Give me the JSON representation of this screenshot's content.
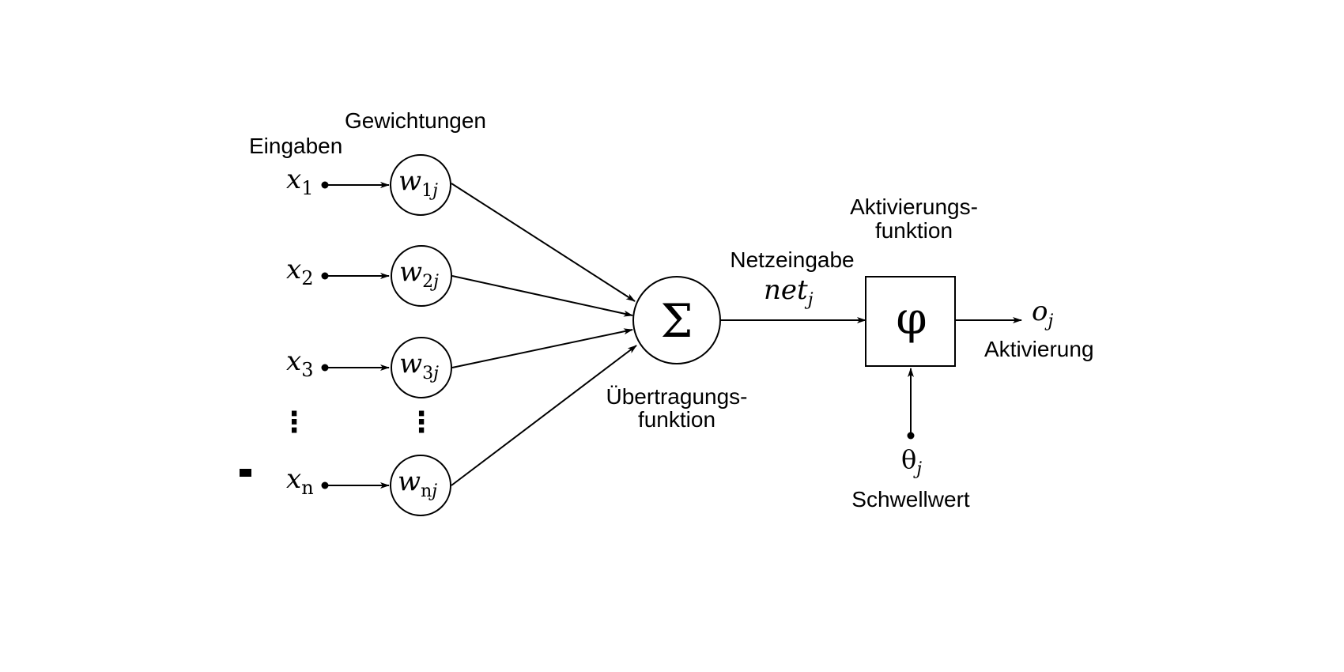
{
  "labels": {
    "inputs": "Eingaben",
    "weights": "Gewichtungen",
    "transfer_line1": "Übertragungs-",
    "transfer_line2": "funktion",
    "net_input": "Netzeingabe",
    "activation_fn_line1": "Aktivierungs-",
    "activation_fn_line2": "funktion",
    "activation": "Aktivierung",
    "threshold": "Schwellwert"
  },
  "symbols": {
    "x_base": "x",
    "x1_sub": "1",
    "x2_sub": "2",
    "x3_sub": "3",
    "xn_sub": "n",
    "w_base": "w",
    "w1_sub": "1",
    "w2_sub": "2",
    "w3_sub": "3",
    "wn_sub": "n",
    "j": "j",
    "sum": "Σ",
    "phi": "φ",
    "net": "net",
    "o": "o",
    "theta": "θ",
    "vdots": "⋮"
  }
}
